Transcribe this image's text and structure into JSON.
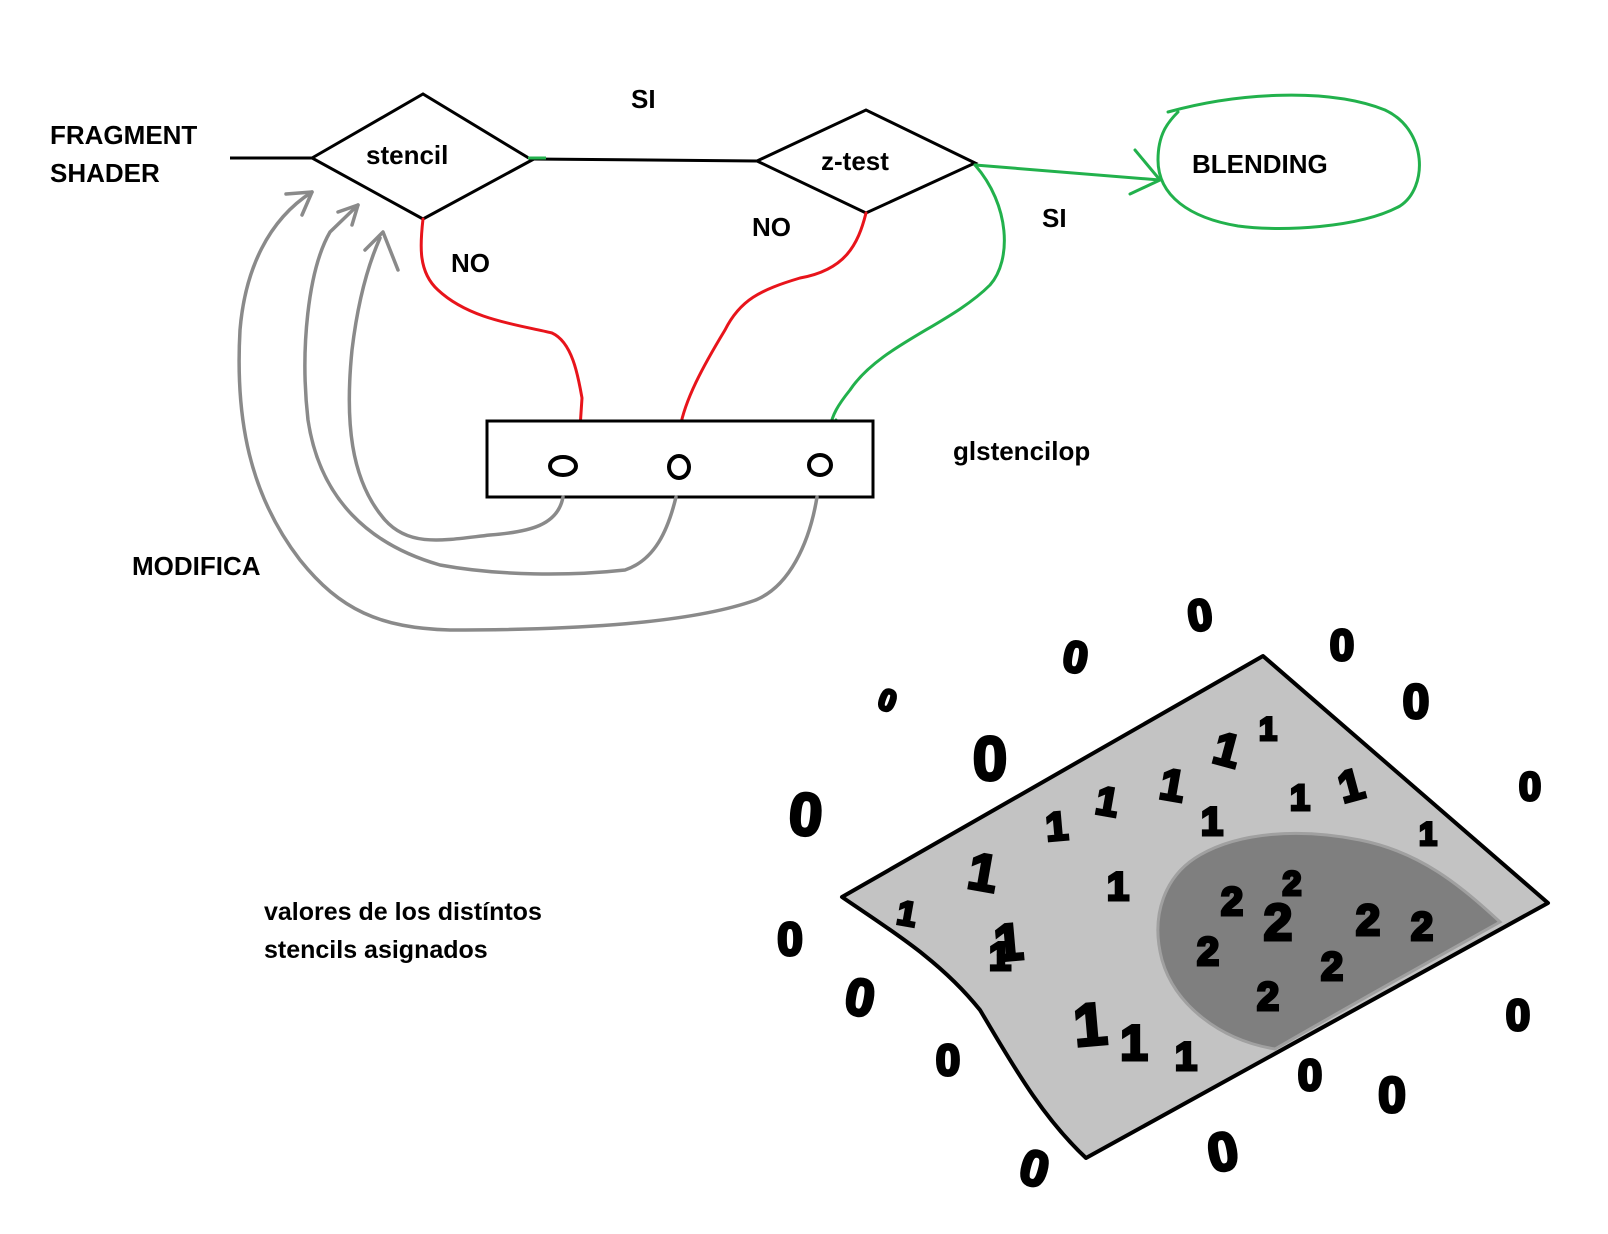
{
  "labels": {
    "fragment_line1": "FRAGMENT",
    "fragment_line2": "SHADER",
    "stencil": "stencil",
    "ztest": "z-test",
    "si_top": "SI",
    "si_right": "SI",
    "no_left": "NO",
    "no_right": "NO",
    "blending": "BLENDING",
    "glstencilop": "glstencilop",
    "modifica": "MODIFICA",
    "valores_line1": "valores de los distíntos",
    "valores_line2": "stencils asignados"
  },
  "stencil_values": {
    "outside": "0",
    "surface": "1",
    "region": "2"
  },
  "colors": {
    "ink": "#000000",
    "fail": "#e8141b",
    "pass": "#22b14c",
    "modify": "#8a8a8a",
    "surface": "#c3c3c3",
    "region": "#7f7f7f"
  }
}
